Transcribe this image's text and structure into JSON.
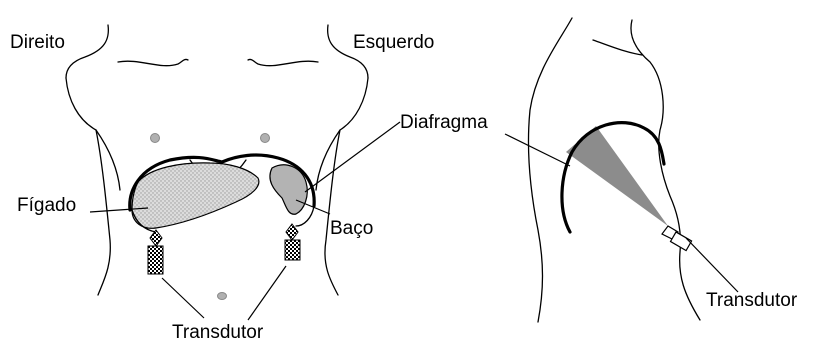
{
  "labels": {
    "direito": "Direito",
    "esquerdo": "Esquerdo",
    "diafragma": "Diafragma",
    "figado": "Fígado",
    "baco": "Baço",
    "transdutor_front": "Transdutor",
    "transdutor_side": "Transdutor"
  },
  "colors": {
    "liver_fill": "#d9d9d9",
    "spleen_fill": "#b3b3b3",
    "ultrasound_beam": "#8c8c8c",
    "outline": "#000000"
  }
}
